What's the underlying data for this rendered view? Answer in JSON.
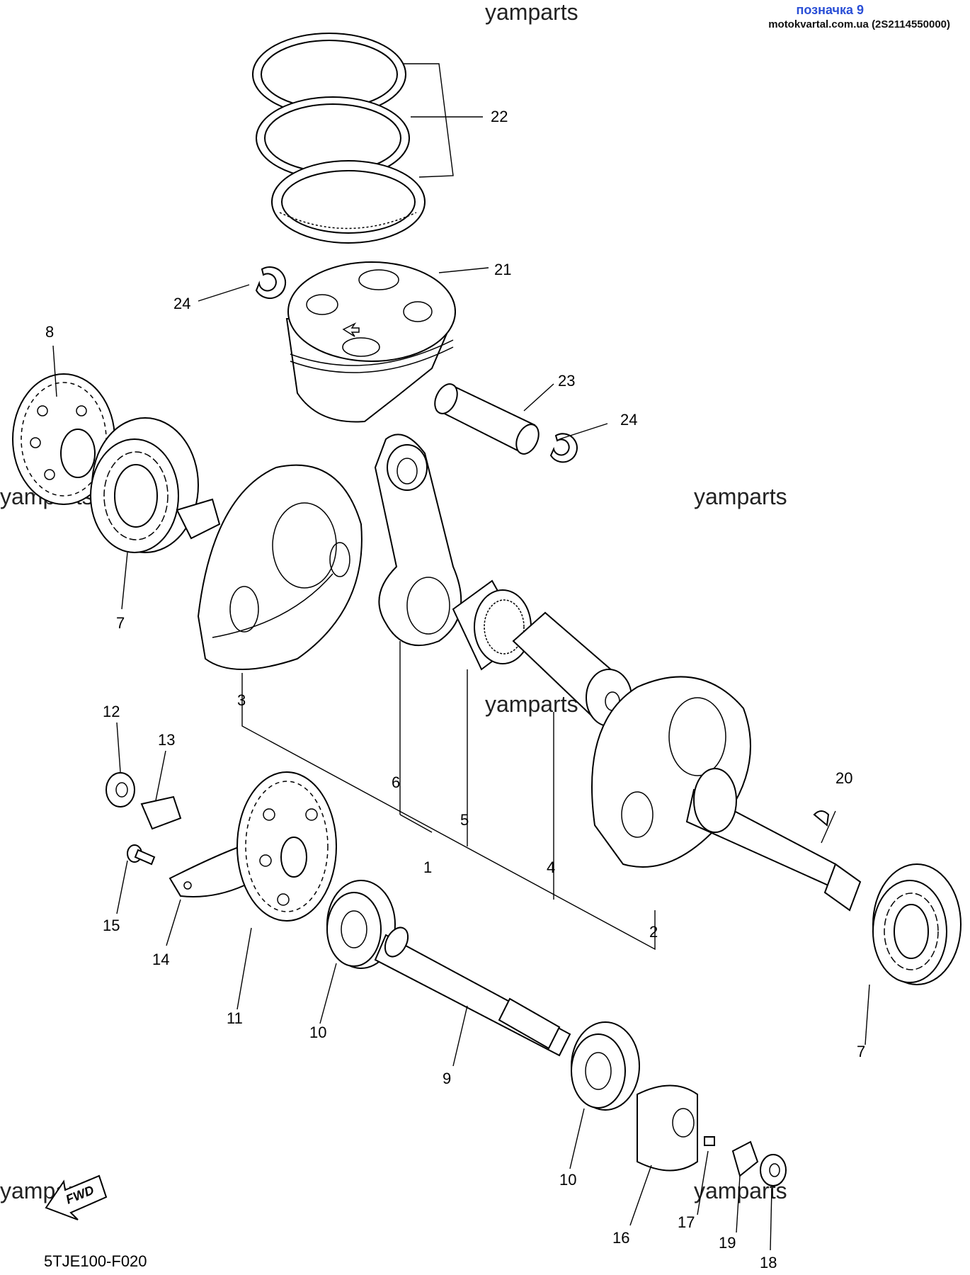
{
  "header": {
    "tag": "позначка 9",
    "source": "motokvartal.com.ua (2S2114550000)"
  },
  "watermark": "yamparts",
  "diagram_code": "5TJE100-F020",
  "fwd_label": "FWD",
  "callouts": [
    "22",
    "21",
    "24",
    "23",
    "24",
    "8",
    "7",
    "3",
    "6",
    "5",
    "4",
    "1",
    "2",
    "20",
    "7",
    "12",
    "13",
    "15",
    "14",
    "11",
    "10",
    "9",
    "10",
    "16",
    "17",
    "19",
    "18"
  ]
}
